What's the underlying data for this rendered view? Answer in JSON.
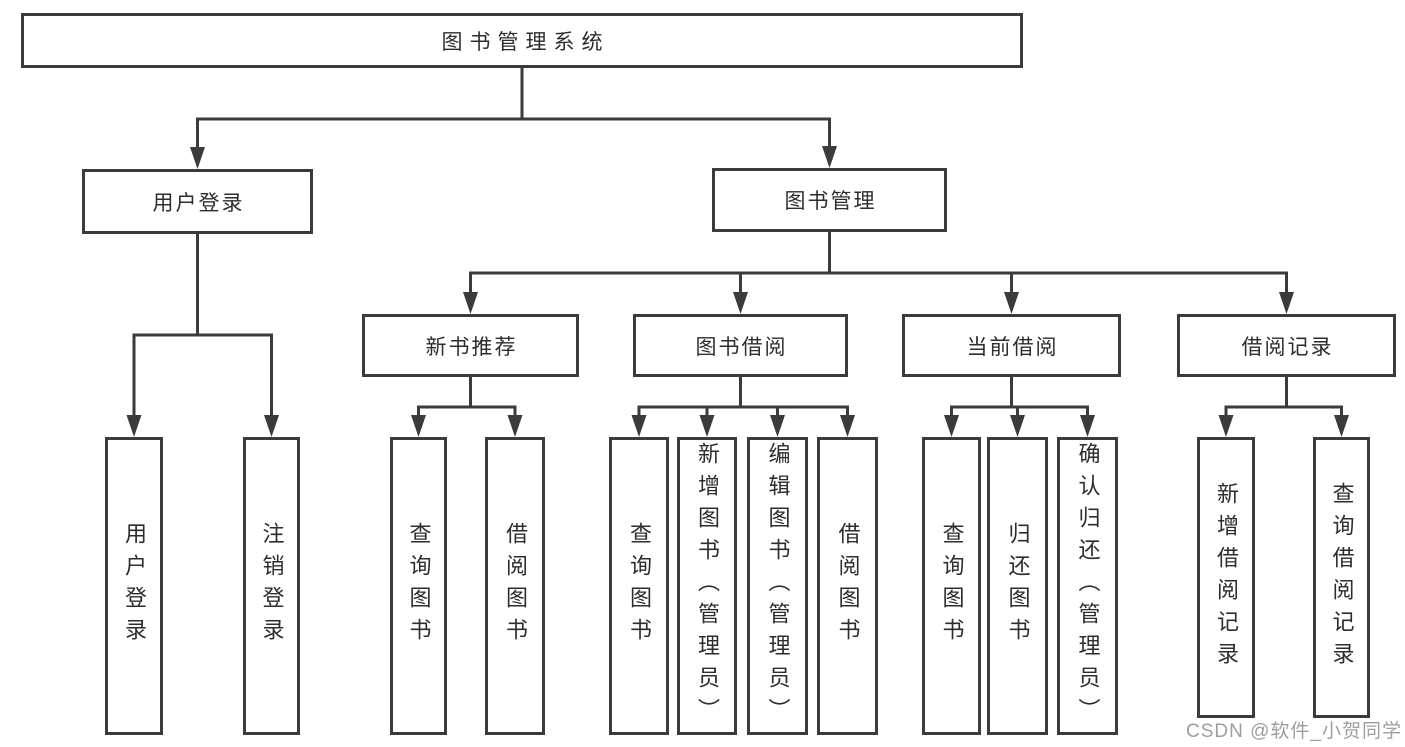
{
  "diagram": {
    "root": {
      "label": "图书管理系统"
    },
    "branches": {
      "user_login": {
        "label": "用户登录"
      },
      "book_management": {
        "label": "图书管理"
      }
    },
    "modules": {
      "new_book_recommend": {
        "label": "新书推荐"
      },
      "book_borrowing": {
        "label": "图书借阅"
      },
      "current_borrowing": {
        "label": "当前借阅"
      },
      "borrow_records": {
        "label": "借阅记录"
      }
    },
    "functions": {
      "user_login": {
        "label": "用户登录"
      },
      "logout": {
        "label": "注销登录"
      },
      "query_books_recommend": {
        "label": "查询图书"
      },
      "borrow_books_recommend": {
        "label": "借阅图书"
      },
      "query_books_borrowing": {
        "label": "查询图书"
      },
      "add_books_admin": {
        "label": "新增图书（管理员）"
      },
      "edit_books_admin": {
        "label": "编辑图书（管理员）"
      },
      "borrow_books": {
        "label": "借阅图书"
      },
      "query_books_current": {
        "label": "查询图书"
      },
      "return_books": {
        "label": "归还图书"
      },
      "confirm_return_admin": {
        "label": "确认归还（管理员）"
      },
      "add_borrow_record": {
        "label": "新增借阅记录"
      },
      "query_borrow_record": {
        "label": "查询借阅记录"
      }
    }
  },
  "watermark": {
    "text": "CSDN @软件_小贺同学"
  },
  "colors": {
    "line": "#3b3b3b",
    "text": "#2d2d2d",
    "watermark": "#9e9e9e",
    "background": "#ffffff"
  }
}
